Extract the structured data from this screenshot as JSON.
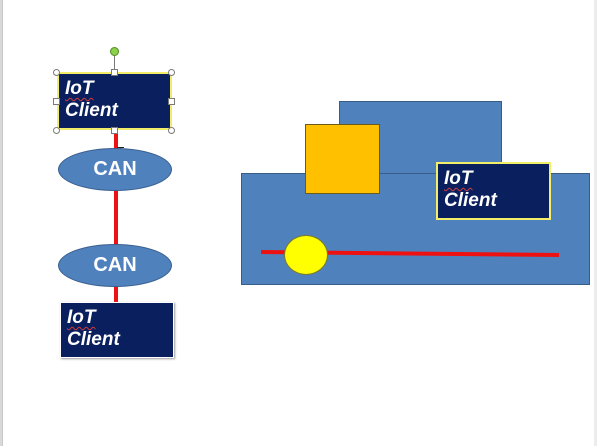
{
  "diagram": {
    "left_stack": {
      "top_client": {
        "line1": "IoT",
        "line2": "Client"
      },
      "can_upper": {
        "label": "CAN"
      },
      "can_lower": {
        "label": "CAN"
      },
      "bottom_client": {
        "line1": "IoT",
        "line2": "Client"
      }
    },
    "right_scene": {
      "client_badge": {
        "line1": "IoT",
        "line2": "Client"
      }
    }
  },
  "colors": {
    "navy": "#0a1f5e",
    "blue_shape": "#4f81bd",
    "bus_red": "#ee1111",
    "orange": "#ffc000",
    "yellow": "#ffff00"
  }
}
